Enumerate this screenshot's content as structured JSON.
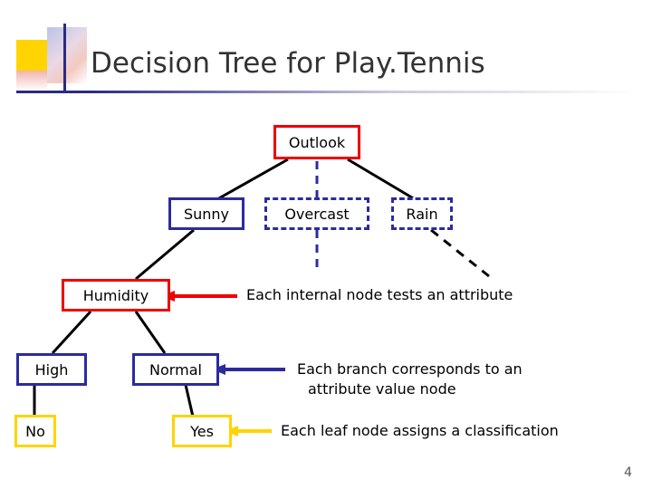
{
  "slide": {
    "title": "Decision Tree for Play.Tennis",
    "page_number": "4",
    "colors": {
      "root_border": "#ee0000",
      "node_border": "#2b2b9f",
      "leaf_border": "#ffd400",
      "accent_dark_blue": "#2b2b7f",
      "deco_yellow": "#ffd400",
      "arrow_red": "#ee0000",
      "arrow_blue": "#2b2b9f",
      "arrow_yellow": "#ffd400"
    }
  },
  "tree": {
    "root": {
      "label": "Outlook"
    },
    "branches": [
      {
        "label": "Sunny"
      },
      {
        "label": "Overcast"
      },
      {
        "label": "Rain"
      }
    ],
    "internal": {
      "label": "Humidity"
    },
    "values": [
      {
        "label": "High"
      },
      {
        "label": "Normal"
      }
    ],
    "leaves": [
      {
        "label": "No"
      },
      {
        "label": "Yes"
      }
    ]
  },
  "annotations": [
    {
      "text": "Each internal node tests an attribute"
    },
    {
      "text_line1": "Each branch corresponds to an",
      "text_line2": "attribute value node"
    },
    {
      "text": "Each leaf node assigns a classification"
    }
  ]
}
